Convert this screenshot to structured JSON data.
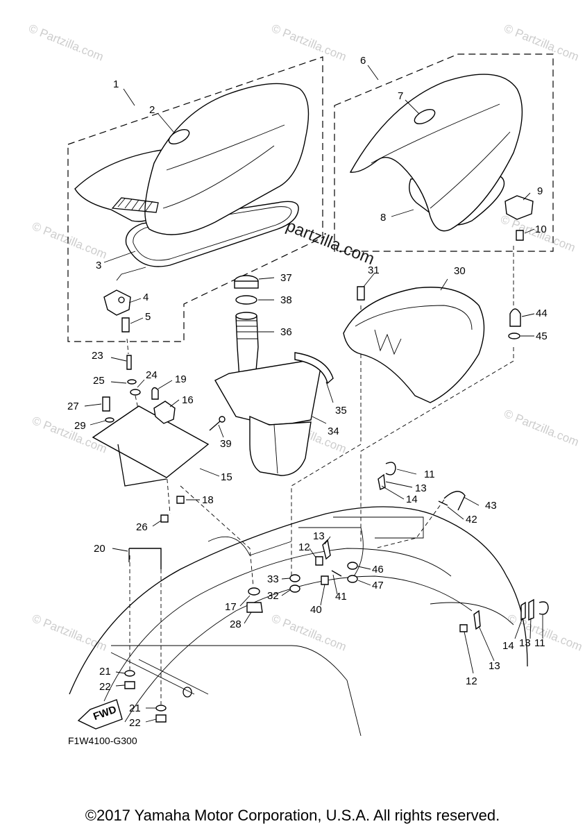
{
  "watermarks": {
    "small": "© Partzilla.com",
    "large": "© partzilla.com"
  },
  "diagram_code": "F1W4100-G300",
  "fwd_label": "FWD",
  "copyright": "©2017 Yamaha Motor Corporation, U.S.A. All rights reserved.",
  "callouts": {
    "c1": "1",
    "c2": "2",
    "c3": "3",
    "c4": "4",
    "c5": "5",
    "c6": "6",
    "c7": "7",
    "c8": "8",
    "c9": "9",
    "c10": "10",
    "c11a": "11",
    "c11b": "11",
    "c12a": "12",
    "c12b": "12",
    "c13a": "13",
    "c13b": "13",
    "c13c": "13",
    "c13d": "13",
    "c14a": "14",
    "c14b": "14",
    "c15": "15",
    "c16": "16",
    "c17": "17",
    "c18": "18",
    "c19": "19",
    "c20": "20",
    "c21a": "21",
    "c21b": "21",
    "c22a": "22",
    "c22b": "22",
    "c23": "23",
    "c24": "24",
    "c25": "25",
    "c26": "26",
    "c27": "27",
    "c28": "28",
    "c29": "29",
    "c30": "30",
    "c31": "31",
    "c32": "32",
    "c33": "33",
    "c34": "34",
    "c35": "35",
    "c36": "36",
    "c37": "37",
    "c38": "38",
    "c39": "39",
    "c40": "40",
    "c41": "41",
    "c42": "42",
    "c43": "43",
    "c44": "44",
    "c45": "45",
    "c46": "46",
    "c47": "47"
  }
}
